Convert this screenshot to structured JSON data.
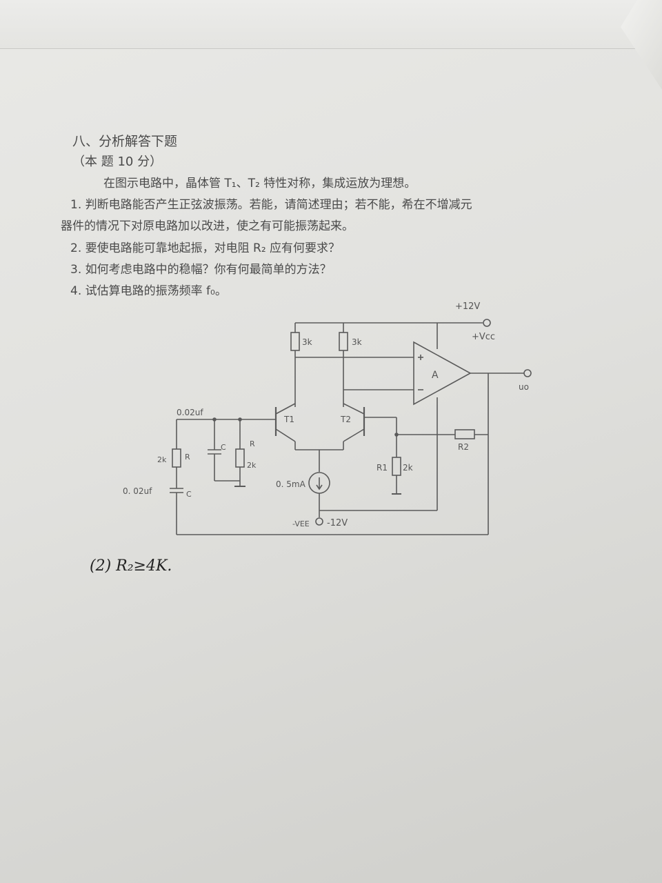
{
  "question": {
    "title": "八、分析解答下题",
    "points": "（本 题 10 分）",
    "intro": "在图示电路中，晶体管 T₁、T₂ 特性对称，集成运放为理想。",
    "items": [
      "1. 判断电路能否产生正弦波振荡。若能，请简述理由；若不能，希在不增减元",
      "器件的情况下对原电路加以改进，使之有可能振荡起来。",
      "2. 要使电路能可靠地起振，对电阻 R₂ 应有何要求？",
      "3. 如何考虑电路中的稳幅？你有何最简单的方法？",
      "4. 试估算电路的振荡频率 f₀。"
    ]
  },
  "circuit": {
    "vcc_value": "+12V",
    "vcc_label": "+Vcc",
    "vee_label": "-VEE",
    "vee_value": "-12V",
    "opamp_label": "A",
    "out_label": "uo",
    "rc1": "3k",
    "rc2": "3k",
    "t1": "T1",
    "t2": "T2",
    "cap_top": "0.02uf",
    "cap_bottom": "0. 02uf",
    "c_label_shunt": "C",
    "c_label_series": "C",
    "r_series_value": "2k",
    "r_series_label": "R",
    "r_shunt_label": "R",
    "r_shunt_value": "2k",
    "current_source": "0. 5mA",
    "r1_label": "R1",
    "r1_value": "2k",
    "r2_label": "R2"
  },
  "handwritten_note": "(2)  R₂≥4K."
}
